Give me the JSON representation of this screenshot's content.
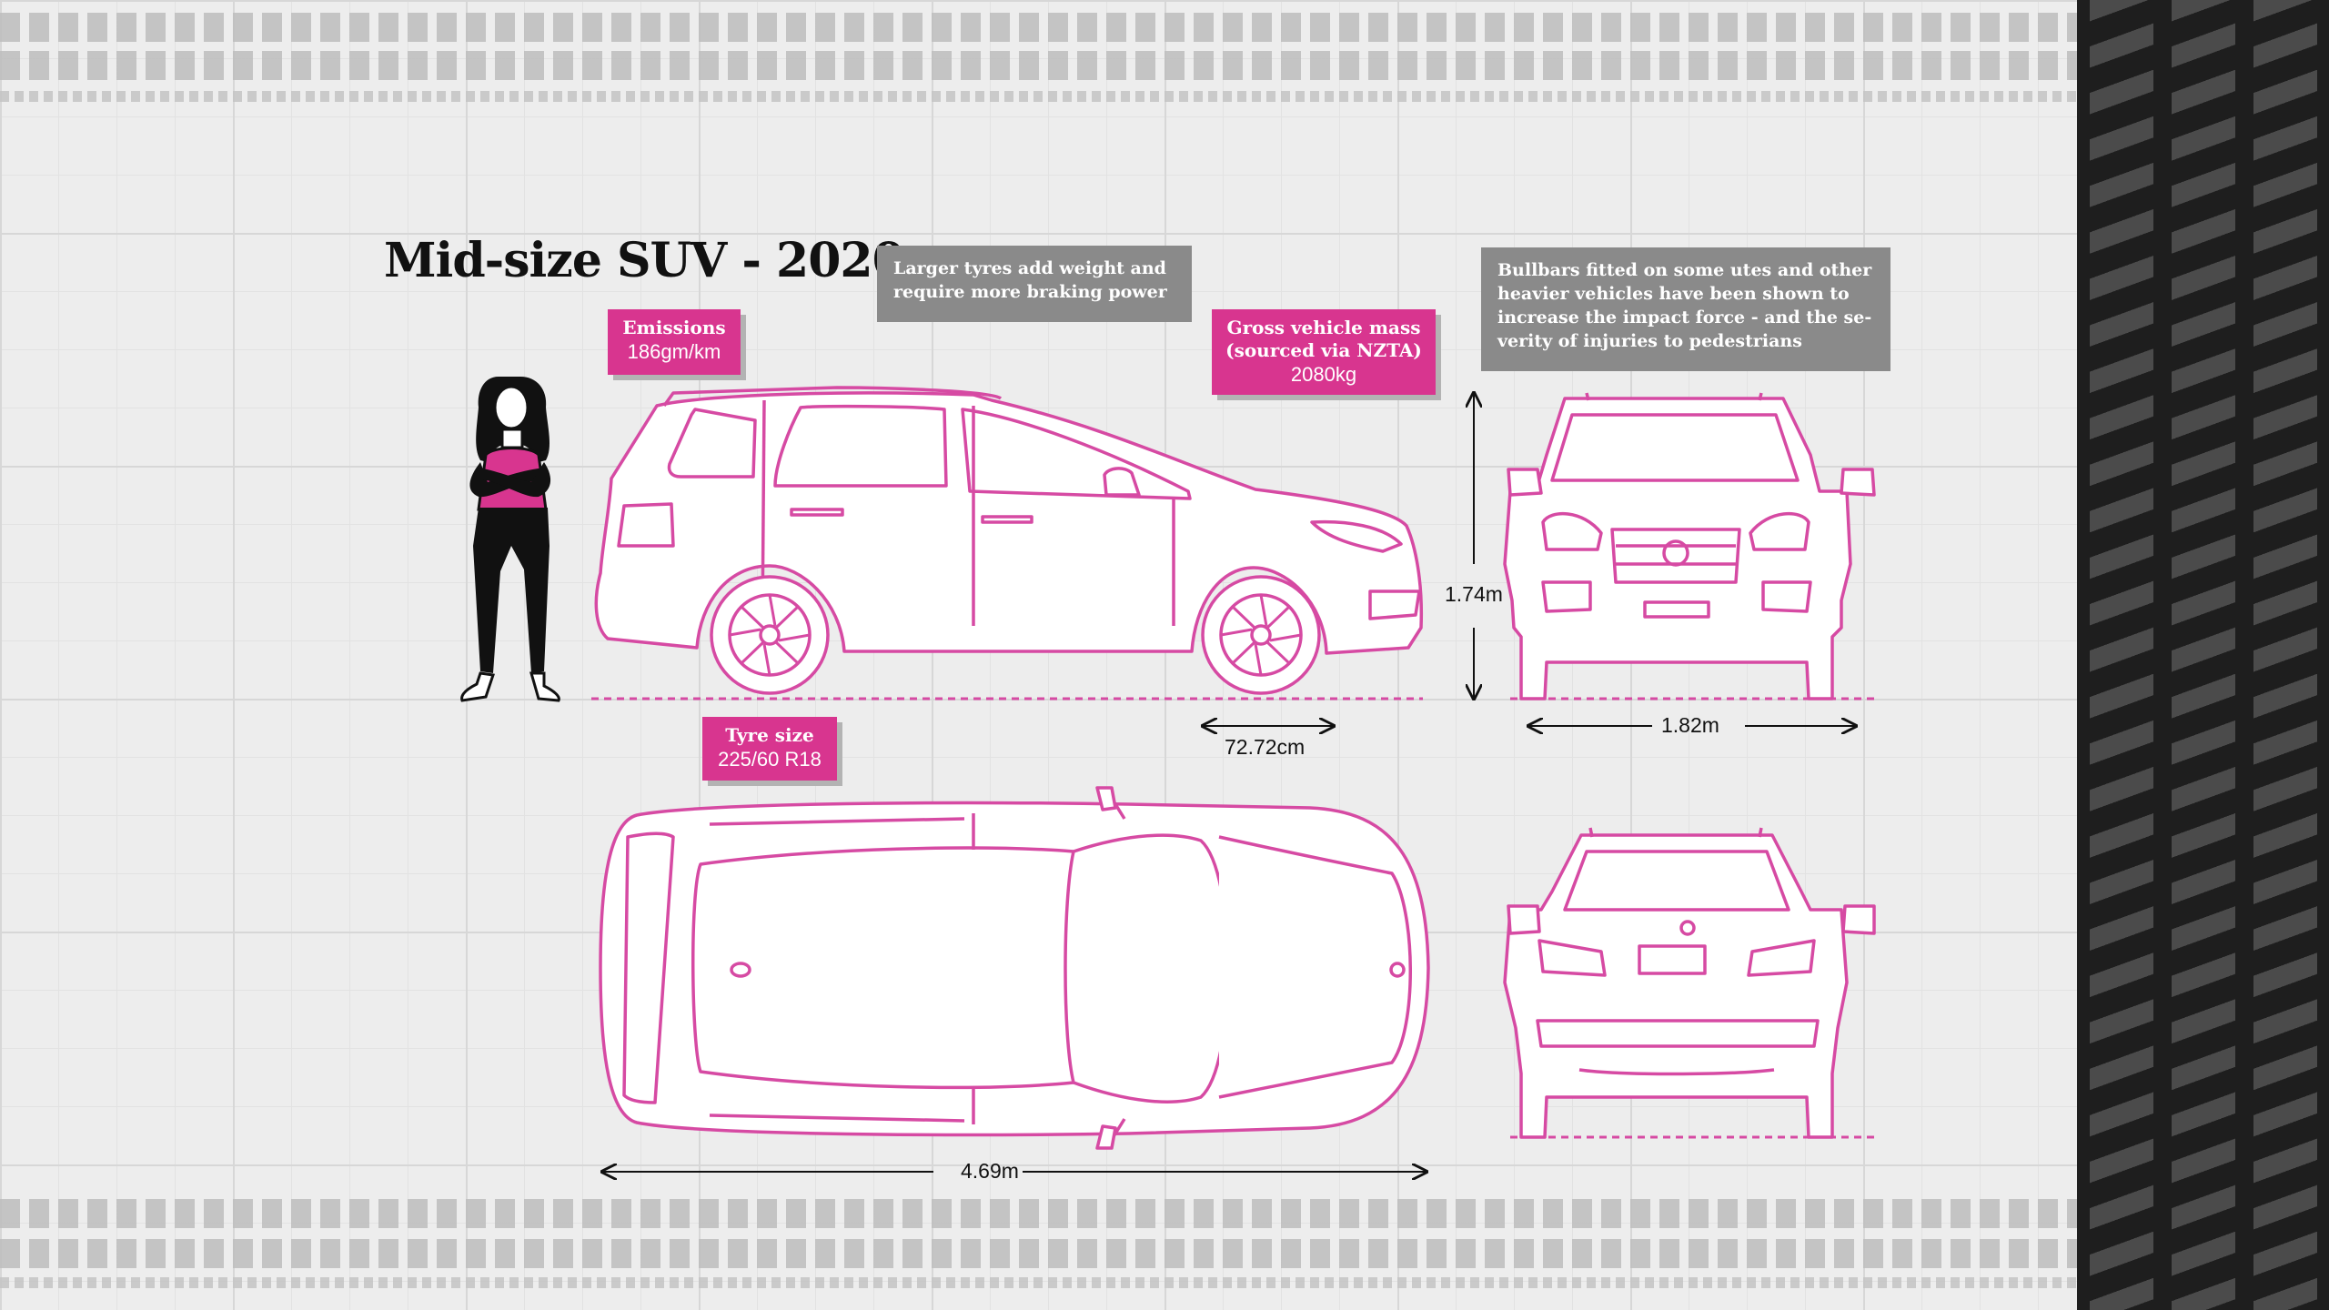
{
  "title": "Mid-size SUV - 2020",
  "callouts": {
    "emissions": {
      "heading": "Emissions",
      "value": "186gm/km"
    },
    "gross_vehicle_mass": {
      "heading_line1": "Gross vehicle mass",
      "heading_line2": "(sourced via NZTA)",
      "value": "2080kg"
    },
    "tyre_size": {
      "heading": "Tyre size",
      "value": "225/60 R18"
    }
  },
  "notes": {
    "tyres_line1": "Larger tyres add weight and",
    "tyres_line2": "require more braking power",
    "bullbars_line1": "Bullbars fitted on some utes and other",
    "bullbars_line2": "heavier vehicles have been shown to",
    "bullbars_line3": "increase the impact force - and the se-",
    "bullbars_line4": "verity of injuries to pedestrians"
  },
  "dimensions": {
    "height": "1.74m",
    "width": "1.82m",
    "length": "4.69m",
    "wheel_diameter": "72.72cm"
  },
  "colors": {
    "accent": "#d8358f",
    "note_gray": "#8a8a8a",
    "line_pink": "#d64aa3",
    "background": "#ededed",
    "tire_strip": "#1e1e1e"
  }
}
